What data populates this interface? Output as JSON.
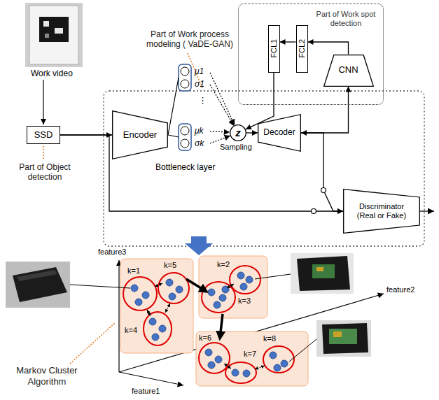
{
  "diagram": {
    "nodes": [
      {
        "text": [
          "Part of Work spot detection"
        ]
      },
      {
        "text": [
          "FCL1"
        ],
        "in": 0
      },
      {
        "text": [
          "FCL2"
        ],
        "in": 0
      },
      {
        "text": [
          "CNN"
        ],
        "in": 0
      },
      {
        "text": [
          "SSD"
        ]
      },
      {
        "text": [
          "Encoder"
        ]
      },
      {
        "text": [
          "z"
        ]
      },
      {
        "text": [
          "Decoder"
        ]
      },
      {
        "text": [
          "Discriminator (Real or Fake)"
        ]
      }
    ],
    "edges": [
      {
        "from": 2,
        "to": 1,
        "arrow": "to"
      },
      {
        "from": 3,
        "to": 2,
        "arrow": "to"
      },
      {
        "from": 1,
        "to": 6,
        "arrow": "to"
      },
      {
        "from": 4,
        "to": 5,
        "arrow": "to"
      },
      {
        "from": 6,
        "to": 7,
        "arrow": "to"
      },
      {
        "from": 7,
        "to": 8,
        "arrow": "to"
      },
      {
        "from": 4,
        "to": 8,
        "arrow": "to"
      },
      {
        "from": 7,
        "to": 3,
        "arrow": "both"
      }
    ],
    "labels": [
      "Work video",
      "Part of Work process modeling ( VaDE-GAN)",
      "Part of Object detection",
      "μ1",
      "σ1",
      "⋮",
      "μk",
      "σk",
      "Sampling",
      "Bottleneck layer",
      "feature3",
      "feature2",
      "feature1",
      "k=1",
      "k=5",
      "k=4",
      "k=2",
      "k=3",
      "k=6",
      "k=7",
      "k=8",
      "Markov Cluster Algorithm"
    ]
  }
}
